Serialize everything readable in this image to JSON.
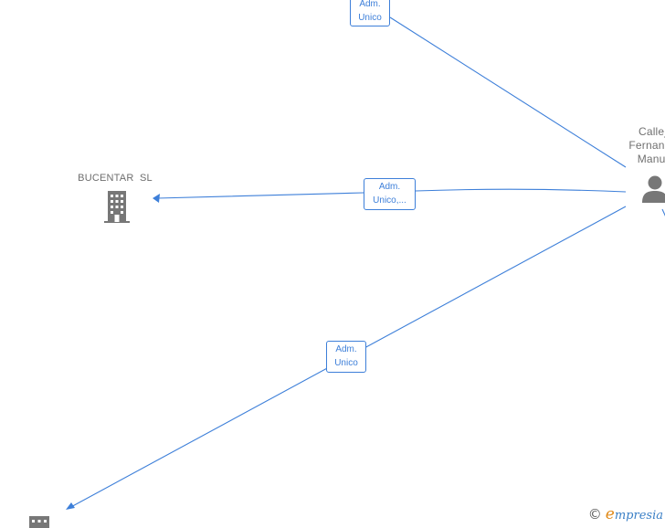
{
  "nodes": {
    "company_bucentar": {
      "name": "BUCENTAR  SL"
    },
    "person": {
      "name_lines": [
        "Callejo",
        "Fernandez",
        "Manuel"
      ]
    }
  },
  "edges": [
    {
      "label_lines": [
        "Adm.",
        "Unico"
      ]
    },
    {
      "label_lines": [
        "Adm.",
        "Unico,..."
      ]
    },
    {
      "label_lines": [
        "Adm.",
        "Unico"
      ]
    }
  ],
  "brand": {
    "copyright_symbol": "©",
    "initial": "e",
    "rest": "mpresia"
  },
  "colors": {
    "edge": "#3d7fd9",
    "icon": "#777777"
  }
}
